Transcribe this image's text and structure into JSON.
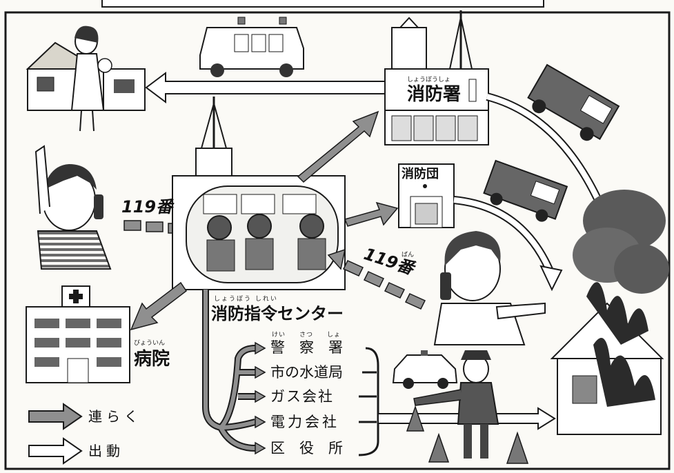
{
  "labels": {
    "fire_station": "消防署",
    "fire_station_ruby": "しょうぼうしょ",
    "fire_brigade": "消防団",
    "command_center": "消防指令センター",
    "command_center_ruby": "しょうぼう しれい",
    "hospital": "病院",
    "hospital_ruby": "びょういん",
    "call_left": "119番",
    "call_right": "119番",
    "call_right_ruby": "ばん"
  },
  "organizations": [
    {
      "name": "警　察　署",
      "ruby": "けい　　さつ　　しょ"
    },
    {
      "name": "市の水道局"
    },
    {
      "name": "ガス会社"
    },
    {
      "name": "電力会社"
    },
    {
      "name": "区　役　所"
    }
  ],
  "legend": [
    {
      "style": "filled-arrow",
      "label": "連らく"
    },
    {
      "style": "outline-arrow",
      "label": "出動"
    }
  ],
  "colors": {
    "filled_arrow": "#8f8f8f",
    "line": "#1a1a1a",
    "smoke": "#5a5a5a",
    "fire": "#2b2b2b",
    "paper": "#fbfaf6"
  }
}
